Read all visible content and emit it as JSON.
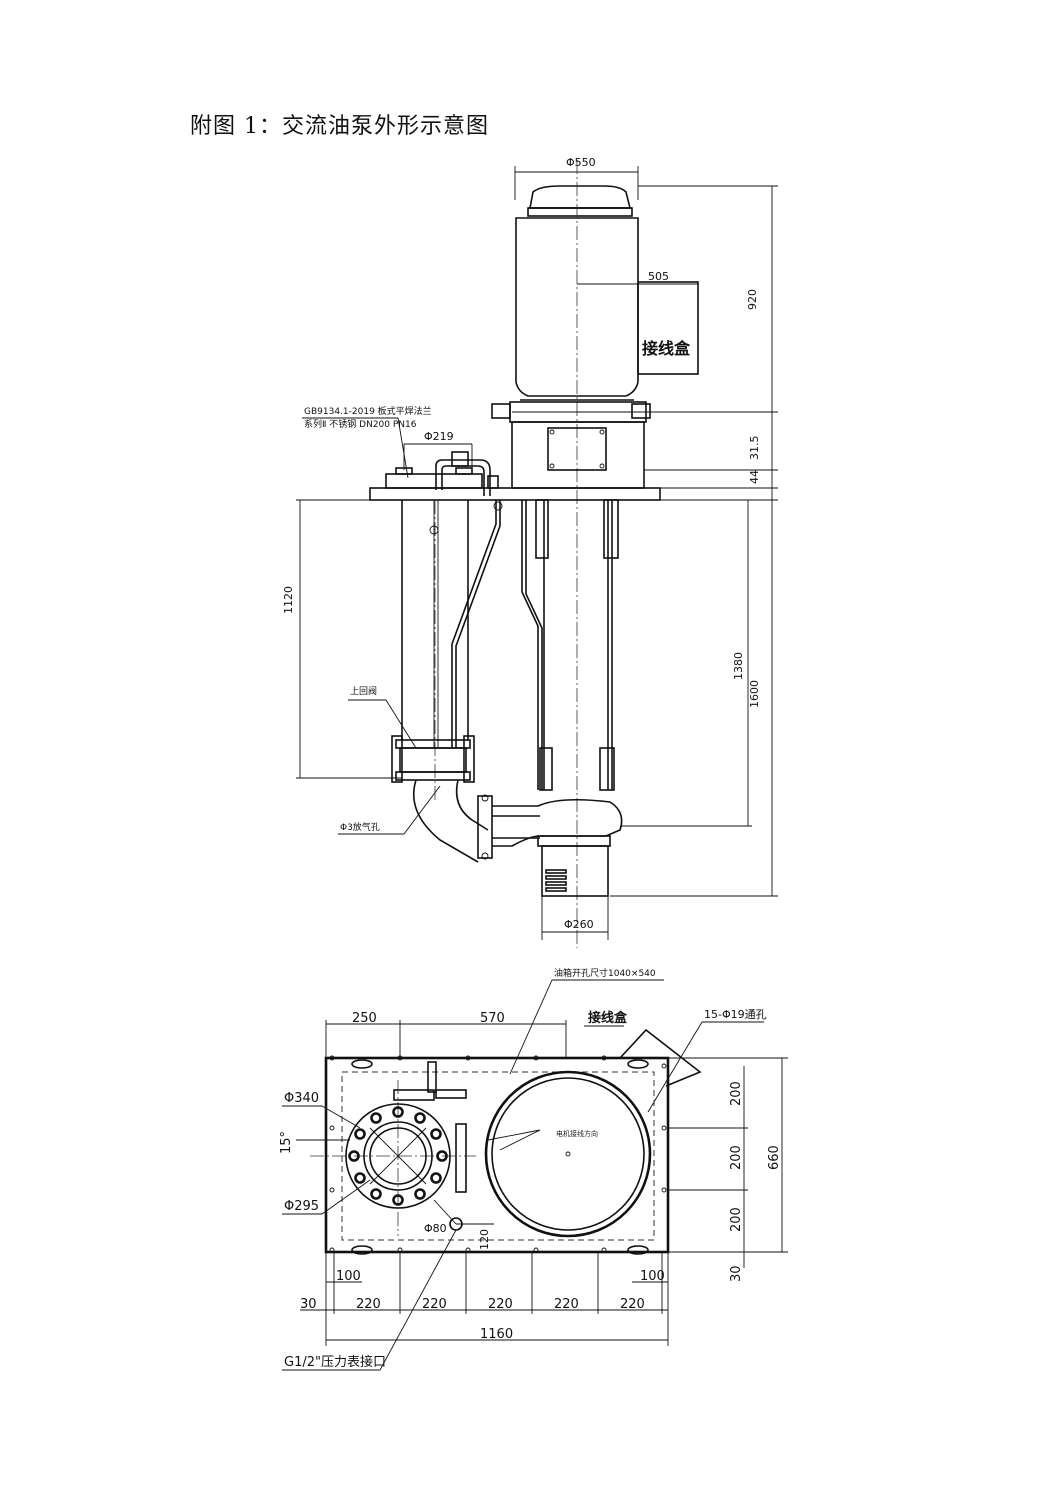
{
  "title": "附图 1：交流油泵外形示意图",
  "elevation": {
    "dia_550": "Φ550",
    "dim_505": "505",
    "junction_box": "接线盒",
    "dim_920": "920",
    "dim_315": "31.5",
    "dim_44": "44",
    "flange_note_line1": "GB9134.1-2019  板式平焊法兰",
    "flange_note_line2": "系列Ⅱ 不锈钢 DN200 PN16",
    "dia_219": "Φ219",
    "dim_1120": "1120",
    "upper_return": "上回阀",
    "vent_hole": "Φ3放气孔",
    "dim_1380": "1380",
    "dim_1600": "1600",
    "dia_260": "Φ260"
  },
  "plan": {
    "tank_opening": "油箱开孔尺寸1040×540",
    "dim_250": "250",
    "dim_570": "570",
    "junction_box": "接线盒",
    "holes": "15-Φ19通孔",
    "dia_340": "Φ340",
    "angle_15": "15°",
    "dia_295": "Φ295",
    "motor_note": "电机接线方向",
    "dim_80": "Φ80",
    "dim_120": "120",
    "right_200a": "200",
    "right_200b": "200",
    "right_200c": "200",
    "right_660": "660",
    "right_30": "30",
    "left_100": "100",
    "right_100": "100",
    "bottom_30": "30",
    "b220_1": "220",
    "b220_2": "220",
    "b220_3": "220",
    "b220_4": "220",
    "b220_5": "220",
    "dim_1160": "1160",
    "gauge_port": "G1/2\"压力表接口"
  }
}
